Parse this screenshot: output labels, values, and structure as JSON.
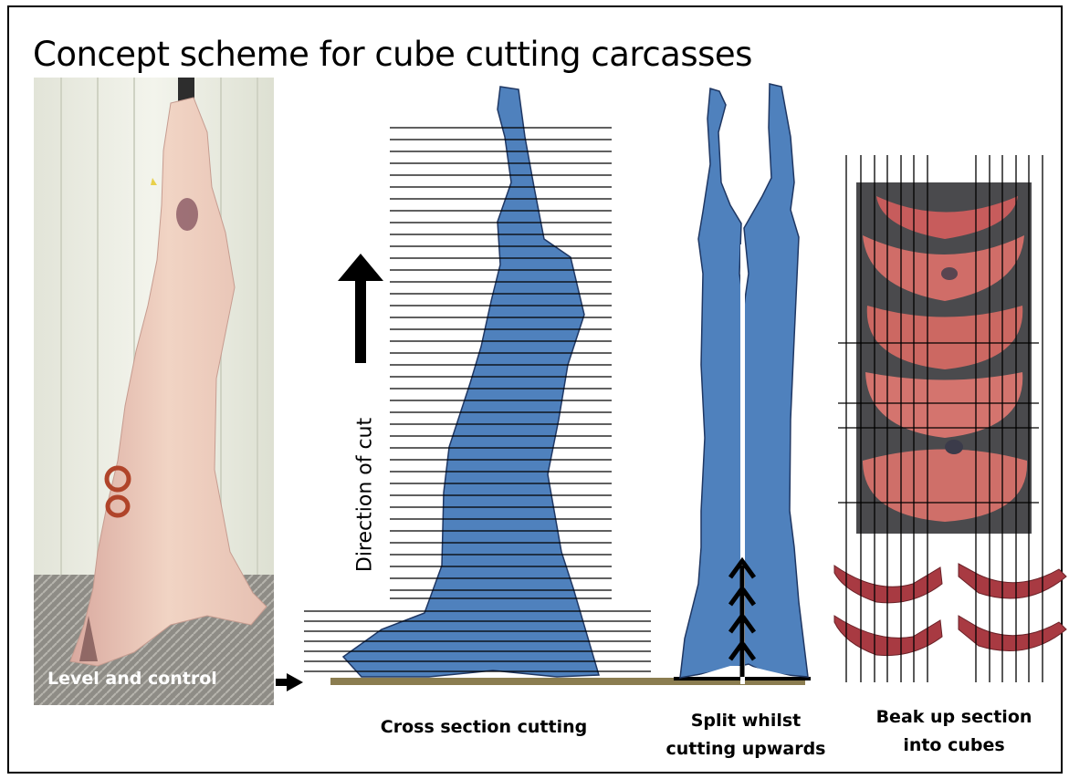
{
  "title": "Concept scheme for cube cutting carcasses",
  "photo": {
    "label": "Level and control"
  },
  "steps": [
    {
      "label": "Cross section cutting"
    },
    {
      "label_line1": "Split whilst",
      "label_line2": "cutting upwards"
    },
    {
      "label_line1": "Beak up section",
      "label_line2": "into cubes"
    }
  ],
  "arrow_label": "Direction of cut",
  "colors": {
    "shape_fill": "#4f81bd",
    "shape_stroke": "#1f3763",
    "floor": "#8b7d50",
    "meat": "#a83a42"
  }
}
